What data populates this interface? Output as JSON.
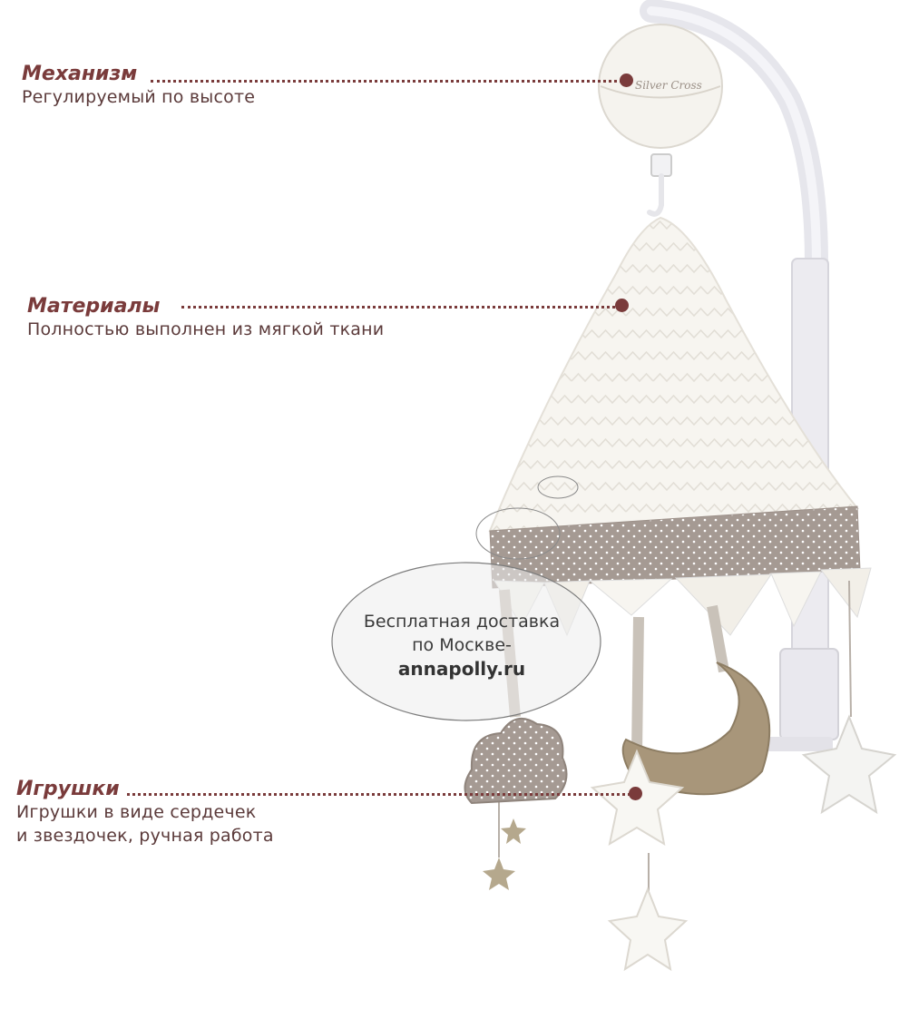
{
  "features": [
    {
      "title": "Механизм",
      "description": [
        "Регулируемый по высоте"
      ]
    },
    {
      "title": "Материалы",
      "description": [
        "Полностью выполнен из мягкой ткани"
      ]
    },
    {
      "title": "Игрушки",
      "description": [
        "Игрушки в виде сердечек",
        "и звездочек, ручная работа"
      ]
    }
  ],
  "promo": {
    "line1": "Бесплатная доставка",
    "line2": "по Москве-",
    "site": "annapolly.ru"
  },
  "colors": {
    "accent": "#7a3b3b",
    "fabric_taupe": "#a59a93",
    "fabric_white": "#f7f5f0",
    "stand": "#e8e8ee"
  },
  "icons": [
    "crib-mobile-icon",
    "star-icon",
    "moon-icon",
    "cloud-icon"
  ]
}
